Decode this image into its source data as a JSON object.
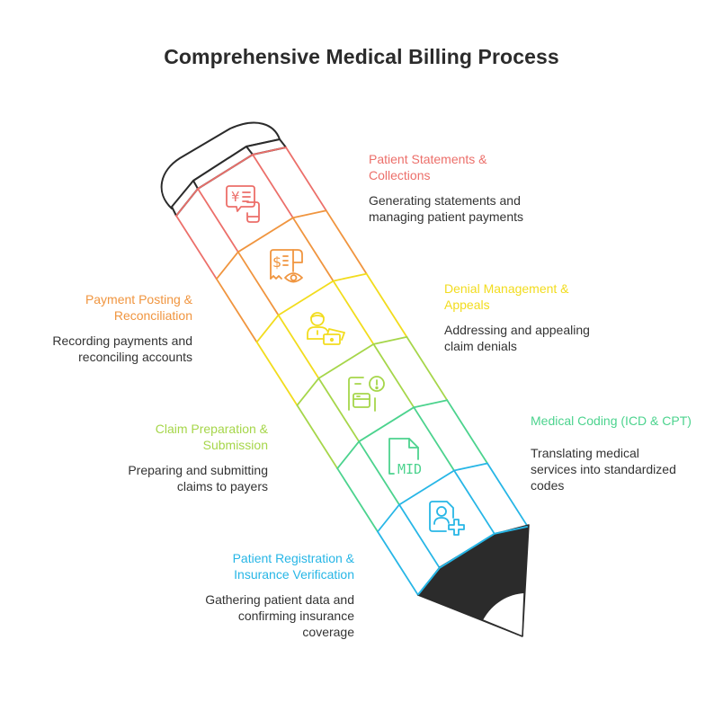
{
  "title": "Comprehensive Medical Billing Process",
  "steps": [
    {
      "id": "patient-statements",
      "title_line1": "Patient Statements &",
      "title_line2": "Collections",
      "desc_line1": "Generating statements and",
      "desc_line2": "managing patient payments",
      "desc_line3": "",
      "color": "#EC6F6A",
      "icon": "receipt-chat-mobile-icon"
    },
    {
      "id": "payment-posting",
      "title_line1": "Payment Posting &",
      "title_line2": "Reconciliation",
      "desc_line1": "Recording payments and",
      "desc_line2": "reconciling accounts",
      "desc_line3": "",
      "color": "#F0953F",
      "icon": "invoice-eye-icon"
    },
    {
      "id": "denial-management",
      "title_line1": "Denial Management &",
      "title_line2": "Appeals",
      "desc_line1": "Addressing and appealing",
      "desc_line2": "claim denials",
      "desc_line3": "",
      "color": "#F2DC1E",
      "icon": "person-money-icon"
    },
    {
      "id": "claim-preparation",
      "title_line1": "Claim Preparation &",
      "title_line2": "Submission",
      "desc_line1": "Preparing and submitting",
      "desc_line2": "claims to payers",
      "desc_line3": "",
      "color": "#A6D64A",
      "icon": "claim-alert-icon"
    },
    {
      "id": "medical-coding",
      "title_line1": "Medical Coding (ICD & CPT)",
      "title_line2": "",
      "desc_line1": "Translating medical",
      "desc_line2": "services into standardized",
      "desc_line3": "codes",
      "color": "#4CD38E",
      "icon": "mid-document-icon"
    },
    {
      "id": "patient-registration",
      "title_line1": "Patient Registration &",
      "title_line2": "Insurance Verification",
      "desc_line1": "Gathering patient data and",
      "desc_line2": "confirming insurance",
      "desc_line3": "coverage",
      "color": "#27B6E6",
      "icon": "patient-add-icon"
    }
  ],
  "icons": {
    "mid_text": "MID",
    "currency_yen": "¥",
    "currency_dollar": "$"
  }
}
